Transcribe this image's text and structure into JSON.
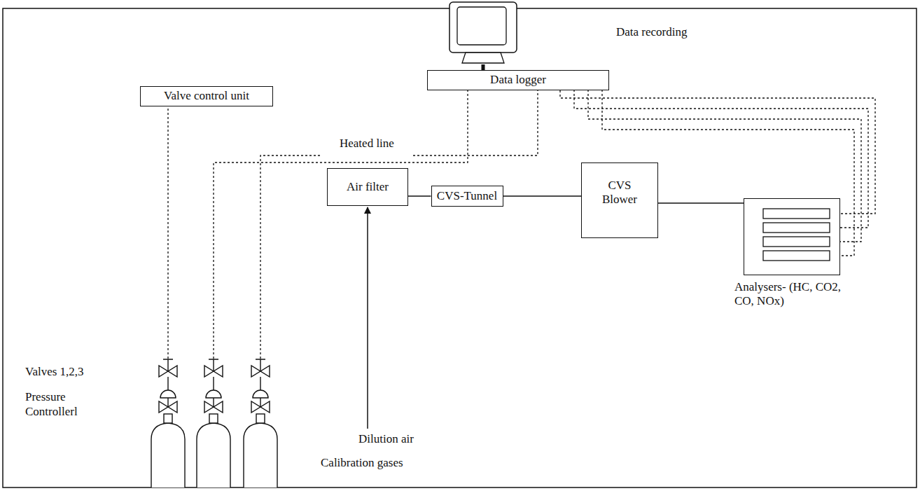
{
  "diagram": {
    "nodes": [
      {
        "text": [
          "Data recording"
        ]
      },
      {
        "text": [
          "Valve control unit"
        ]
      },
      {
        "text": [
          "Data logger"
        ]
      },
      {
        "text": [
          "Air filter"
        ]
      },
      {
        "text": [
          "CVS-Tunnel"
        ]
      },
      {
        "text": [
          "CVS Blower"
        ]
      },
      {
        "text": [
          "Analysers- (HC, CO2, CO, NOx)"
        ]
      }
    ],
    "edges": [
      {
        "from": 2,
        "to": 0,
        "arrow": "none"
      },
      {
        "from": 3,
        "to": 4,
        "arrow": "none"
      },
      {
        "from": 4,
        "to": 5,
        "arrow": "none"
      },
      {
        "from": 5,
        "to": 6,
        "arrow": "none"
      },
      {
        "from": 2,
        "to": 6,
        "arrow": "none"
      }
    ],
    "labels": [
      "Heated line",
      "Valves 1,2,3",
      "Pressure Controllerl",
      "Dilution air",
      "Calibration gases"
    ]
  }
}
